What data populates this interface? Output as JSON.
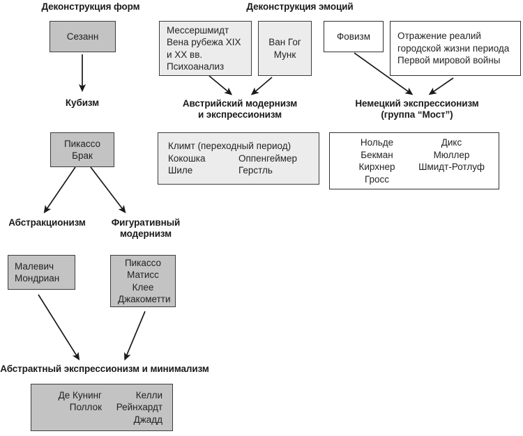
{
  "diagram": {
    "title_left": "Деконструкция форм",
    "title_right": "Деконструкция эмоций",
    "headings": {
      "cubism": "Кубизм",
      "austrian": "Австрийский модернизм\nи экспрессионизм",
      "german": "Немецкий экспрессионизм\n(группа “Мост”)",
      "abstractionism": "Абстракционизм",
      "figurative": "Фигуративный\nмодернизм",
      "abstract_expressionism": "Абстрактный экспрессионизм и минимализм"
    },
    "boxes": {
      "cezanne": {
        "lines": "Сезанн"
      },
      "messerschmidt": {
        "line1": "Мессершмидт",
        "line2": "Вена рубежа XIX",
        "line3": "и XX вв.",
        "line4": "Психоанализ"
      },
      "vangogh": {
        "line1": "Ван Гог",
        "line2": "Мунк"
      },
      "fauvism": {
        "lines": "Фовизм"
      },
      "wwi": {
        "line1": "Отражение реалий",
        "line2": "городской жизни периода",
        "line3": "Первой мировой войны"
      },
      "austrian_list": {
        "full": "Климт (переходный период)",
        "col_left": [
          "Кокошка",
          "Шиле"
        ],
        "col_right": [
          "Оппенгеймер",
          "Герстль"
        ]
      },
      "german_list": {
        "col_left": [
          "Нольде",
          "Бекман",
          "Кирхнер",
          "Гросс"
        ],
        "col_right": [
          "Дикс",
          "Мюллер",
          "Шмидт-Ротлуф"
        ]
      },
      "picasso_braque": {
        "line1": "Пикассо",
        "line2": "Брак"
      },
      "malevich": {
        "line1": "Малевич",
        "line2": "Мондриан"
      },
      "figurative_list": {
        "line1": "Пикассо",
        "line2": "Матисс",
        "line3": "Клее",
        "line4": "Джакометти"
      },
      "abex_list": {
        "col_left": [
          "Де Кунинг",
          "Поллок"
        ],
        "col_right": [
          "Келли",
          "Рейнхардт",
          "Джадд"
        ]
      }
    },
    "colors": {
      "box_gray_dark": "#c3c3c3",
      "box_gray_light": "#ececec",
      "box_white": "#ffffff",
      "border": "#3a3a3a",
      "text": "#231f20",
      "arrow": "#1a1a1a"
    }
  }
}
